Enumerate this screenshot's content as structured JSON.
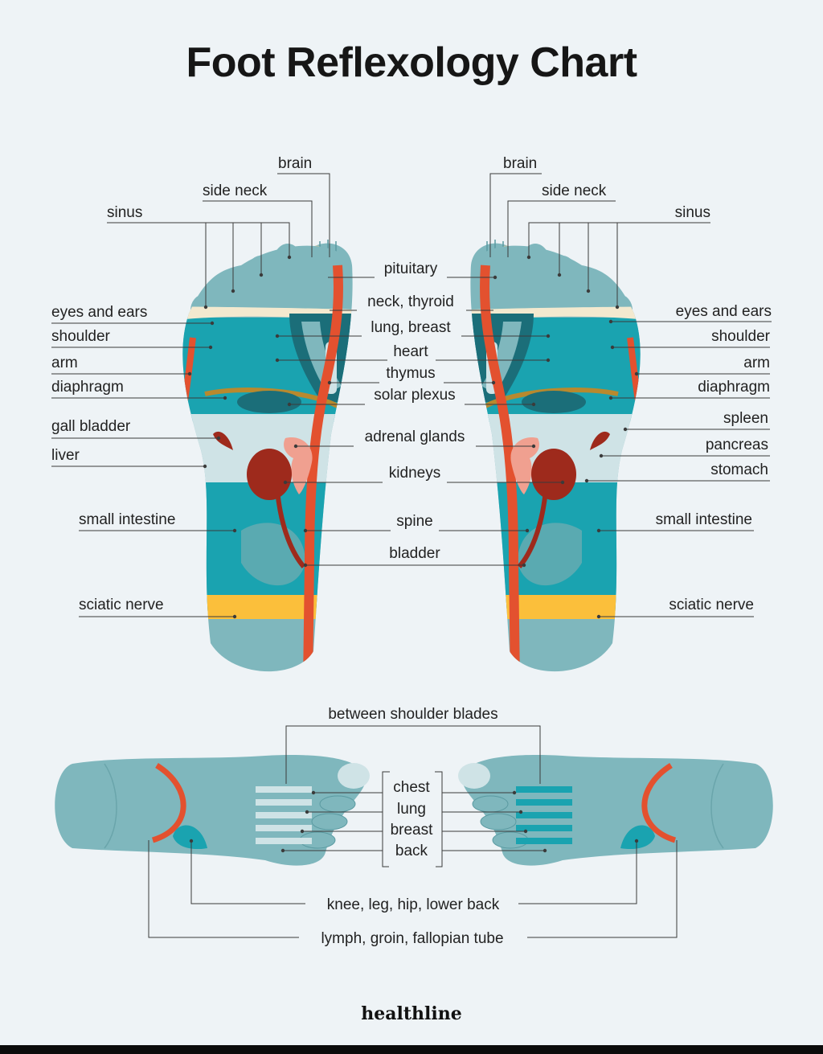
{
  "title": "Foot Reflexology Chart",
  "brand": "healthline",
  "colors": {
    "background": "#eef3f6",
    "foot_base": "#7fb7bd",
    "teal": "#1aa3b0",
    "dark_teal": "#1b6e79",
    "light": "#cfe3e6",
    "red": "#e3512f",
    "dark_red": "#9e2a1c",
    "pink": "#f0a090",
    "yellow": "#fbbf3b",
    "tan": "#e4c48e",
    "olive": "#b8892e"
  },
  "sole_labels": {
    "left": {
      "brain": "brain",
      "side_neck": "side neck",
      "sinus": "sinus",
      "eyes_ears": "eyes and ears",
      "shoulder": "shoulder",
      "arm": "arm",
      "diaphragm": "diaphragm",
      "gall_bladder": "gall bladder",
      "liver": "liver",
      "small_intestine": "small intestine",
      "sciatic_nerve": "sciatic nerve"
    },
    "center": {
      "pituitary": "pituitary",
      "neck_thyroid": "neck, thyroid",
      "lung_breast": "lung, breast",
      "heart": "heart",
      "thymus": "thymus",
      "solar_plexus": "solar plexus",
      "adrenal_glands": "adrenal glands",
      "kidneys": "kidneys",
      "spine": "spine",
      "bladder": "bladder"
    },
    "right": {
      "brain": "brain",
      "side_neck": "side neck",
      "sinus": "sinus",
      "eyes_ears": "eyes and ears",
      "shoulder": "shoulder",
      "arm": "arm",
      "diaphragm": "diaphragm",
      "spleen": "spleen",
      "pancreas": "pancreas",
      "stomach": "stomach",
      "small_intestine": "small intestine",
      "sciatic_nerve": "sciatic nerve"
    }
  },
  "top_labels": {
    "between_shoulder_blades": "between shoulder blades",
    "chest": "chest",
    "lung": "lung",
    "breast": "breast",
    "back": "back",
    "knee_leg_hip": "knee, leg, hip, lower back",
    "lymph_groin": "lymph, groin, fallopian tube"
  }
}
